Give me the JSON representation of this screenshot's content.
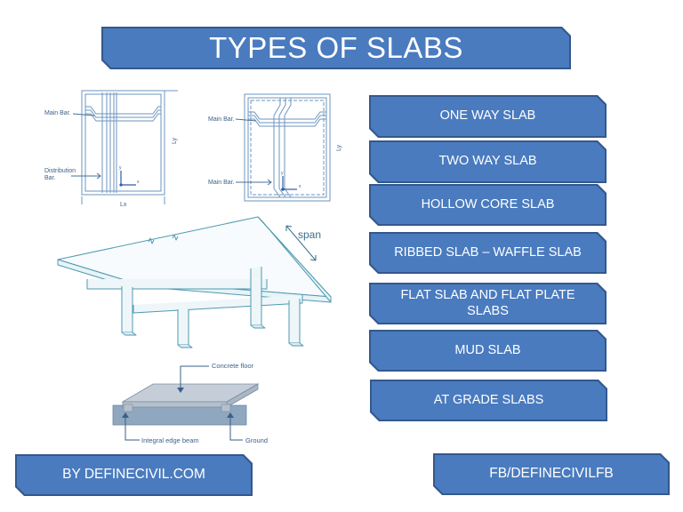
{
  "title": "TYPES OF SLABS",
  "slab_types": [
    {
      "label": "ONE WAY SLAB"
    },
    {
      "label": "TWO WAY SLAB"
    },
    {
      "label": "HOLLOW CORE SLAB"
    },
    {
      "label": "RIBBED SLAB – WAFFLE SLAB"
    },
    {
      "label": "FLAT SLAB AND FLAT PLATE SLABS"
    },
    {
      "label": "MUD SLAB"
    },
    {
      "label": "AT GRADE SLABS"
    }
  ],
  "diagrams": {
    "one_way": {
      "main_bar": "Main Bar.",
      "distribution_bar_line1": "Distribution",
      "distribution_bar_line2": "Bar.",
      "lx": "Lx",
      "ly": "Ly",
      "axis_x": "x",
      "axis_y": "y"
    },
    "two_way": {
      "main_bar_top": "Main Bar.",
      "main_bar_bottom": "Main Bar.",
      "ly": "Ly",
      "axis_x": "x",
      "axis_y": "y"
    },
    "beam_slab": {
      "span": "span"
    },
    "at_grade": {
      "concrete_floor": "Concrete floor",
      "integral_edge_beam": "Integral edge beam",
      "ground": "Ground"
    }
  },
  "footer": {
    "left": "BY DEFINECIVIL.COM",
    "right": "FB/DEFINECIVILFB"
  },
  "colors": {
    "box_fill": "#4a7bbf",
    "box_border": "#34588c",
    "box_text": "#ffffff",
    "diagram_line": "#5b8fb9"
  }
}
